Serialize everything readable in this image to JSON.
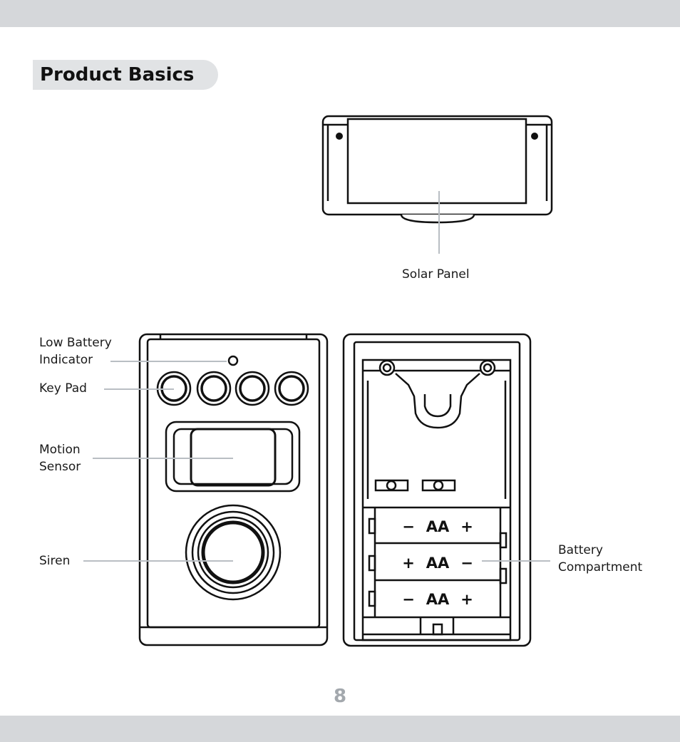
{
  "section": {
    "title": "Product Basics"
  },
  "page_number": "8",
  "callouts": {
    "solar_panel": "Solar Panel",
    "low_battery": "Low Battery\nIndicator",
    "key_pad": "Key Pad",
    "motion_sensor": "Motion\nSensor",
    "siren": "Siren",
    "battery_compartment": "Battery\nCompartment"
  },
  "batteries": [
    {
      "label": "AA",
      "left": "−",
      "right": "+"
    },
    {
      "label": "AA",
      "left": "+",
      "right": "−"
    },
    {
      "label": "AA",
      "left": "−",
      "right": "+"
    }
  ],
  "colors": {
    "band": "#d5d7da",
    "title_pill": "#e1e3e5",
    "leader": "#b9bec3",
    "page_number": "#a3a8ad",
    "ink": "#111111"
  }
}
